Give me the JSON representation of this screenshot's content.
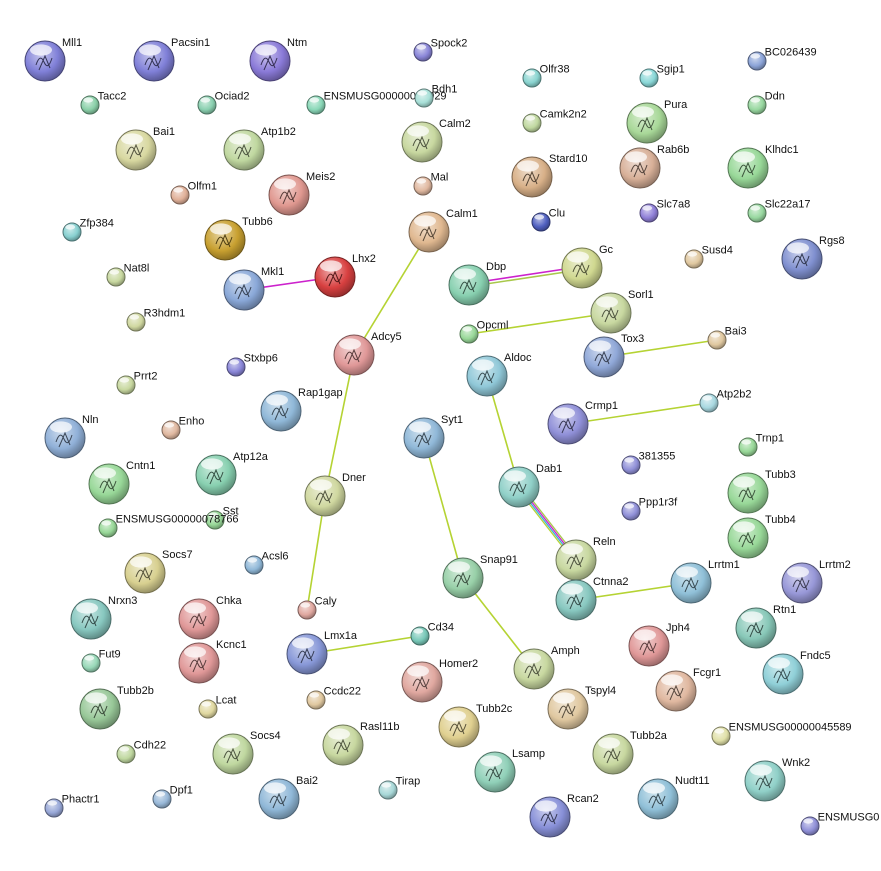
{
  "colors": {
    "edge_coexpression": "#b5d333",
    "edge_experimental": "#cc22cc",
    "edge_textmining": "#a8c84a",
    "edge_database": "#3ab0d8"
  },
  "nodes": [
    {
      "id": "Mll1",
      "label": "Mll1",
      "color": "#8080d8",
      "size": "large"
    },
    {
      "id": "Pacsin1",
      "label": "Pacsin1",
      "color": "#8080d8",
      "size": "large"
    },
    {
      "id": "Ntm",
      "label": "Ntm",
      "color": "#8a7ad8",
      "size": "large"
    },
    {
      "id": "Spock2",
      "label": "Spock2",
      "color": "#8a86d8",
      "size": "small"
    },
    {
      "id": "BC026439",
      "label": "BC026439",
      "color": "#8ca4d8",
      "size": "small"
    },
    {
      "id": "Tacc2",
      "label": "Tacc2",
      "color": "#8ad0a8",
      "size": "small"
    },
    {
      "id": "Ociad2",
      "label": "Ociad2",
      "color": "#8ad0b0",
      "size": "small"
    },
    {
      "id": "ENSMUSG00000078929",
      "label": "ENSMUSG00000078929",
      "color": "#8ad8b8",
      "size": "small"
    },
    {
      "id": "Bdh1",
      "label": "Bdh1",
      "color": "#a8e0d8",
      "size": "small"
    },
    {
      "id": "Olfr38",
      "label": "Olfr38",
      "color": "#8ad4d0",
      "size": "small"
    },
    {
      "id": "Sgip1",
      "label": "Sgip1",
      "color": "#8ad8d8",
      "size": "small"
    },
    {
      "id": "Ddn",
      "label": "Ddn",
      "color": "#98d8a0",
      "size": "small"
    },
    {
      "id": "Bai1",
      "label": "Bai1",
      "color": "#d8d8a0",
      "size": "large"
    },
    {
      "id": "Atp1b2",
      "label": "Atp1b2",
      "color": "#c0d8a0",
      "size": "large"
    },
    {
      "id": "Calm2",
      "label": "Calm2",
      "color": "#c8d8a0",
      "size": "large"
    },
    {
      "id": "Camk2n2",
      "label": "Camk2n2",
      "color": "#c0d8a0",
      "size": "small"
    },
    {
      "id": "Pura",
      "label": "Pura",
      "color": "#a8d898",
      "size": "large"
    },
    {
      "id": "Olfm1",
      "label": "Olfm1",
      "color": "#e0b098",
      "size": "small"
    },
    {
      "id": "Meis2",
      "label": "Meis2",
      "color": "#e09890",
      "size": "large"
    },
    {
      "id": "Mal",
      "label": "Mal",
      "color": "#e0b8a0",
      "size": "small"
    },
    {
      "id": "Stard10",
      "label": "Stard10",
      "color": "#d8b088",
      "size": "large"
    },
    {
      "id": "Rab6b",
      "label": "Rab6b",
      "color": "#d8b098",
      "size": "large"
    },
    {
      "id": "Klhdc1",
      "label": "Klhdc1",
      "color": "#98d898",
      "size": "large"
    },
    {
      "id": "Zfp384",
      "label": "Zfp384",
      "color": "#88d0d0",
      "size": "small"
    },
    {
      "id": "Tubb6",
      "label": "Tubb6",
      "color": "#c8a030",
      "size": "large"
    },
    {
      "id": "Clu",
      "label": "Clu",
      "color": "#5060c0",
      "size": "small"
    },
    {
      "id": "Slc7a8",
      "label": "Slc7a8",
      "color": "#9080d8",
      "size": "small"
    },
    {
      "id": "Slc22a17",
      "label": "Slc22a17",
      "color": "#98d8a0",
      "size": "small"
    },
    {
      "id": "Calm1",
      "label": "Calm1",
      "color": "#e0b890",
      "size": "large"
    },
    {
      "id": "Nat8l",
      "label": "Nat8l",
      "color": "#c8d8a0",
      "size": "small"
    },
    {
      "id": "Mkl1",
      "label": "Mkl1",
      "color": "#8aa8d8",
      "size": "large"
    },
    {
      "id": "Lhx2",
      "label": "Lhx2",
      "color": "#d84040",
      "size": "large"
    },
    {
      "id": "Dbp",
      "label": "Dbp",
      "color": "#88d0b0",
      "size": "large"
    },
    {
      "id": "Gc",
      "label": "Gc",
      "color": "#d0d890",
      "size": "large"
    },
    {
      "id": "Susd4",
      "label": "Susd4",
      "color": "#e0c8a0",
      "size": "small"
    },
    {
      "id": "Rgs8",
      "label": "Rgs8",
      "color": "#8090d0",
      "size": "large"
    },
    {
      "id": "R3hdm1",
      "label": "R3hdm1",
      "color": "#d0d8a0",
      "size": "small"
    },
    {
      "id": "Sorl1",
      "label": "Sorl1",
      "color": "#c8d8a0",
      "size": "large"
    },
    {
      "id": "Opcml",
      "label": "Opcml",
      "color": "#98d898",
      "size": "small"
    },
    {
      "id": "Adcy5",
      "label": "Adcy5",
      "color": "#e09898",
      "size": "large"
    },
    {
      "id": "Tox3",
      "label": "Tox3",
      "color": "#90a8d8",
      "size": "large"
    },
    {
      "id": "Bai3",
      "label": "Bai3",
      "color": "#e0c8a0",
      "size": "small"
    },
    {
      "id": "Stxbp6",
      "label": "Stxbp6",
      "color": "#8a86d8",
      "size": "small"
    },
    {
      "id": "Prrt2",
      "label": "Prrt2",
      "color": "#c8d8a0",
      "size": "small"
    },
    {
      "id": "Aldoc",
      "label": "Aldoc",
      "color": "#90c8d8",
      "size": "large"
    },
    {
      "id": "Rap1gap",
      "label": "Rap1gap",
      "color": "#90b8d8",
      "size": "large"
    },
    {
      "id": "Atp2b2",
      "label": "Atp2b2",
      "color": "#a8d8e0",
      "size": "small"
    },
    {
      "id": "Crmp1",
      "label": "Crmp1",
      "color": "#9090d8",
      "size": "large"
    },
    {
      "id": "Nln",
      "label": "Nln",
      "color": "#90b0d8",
      "size": "large"
    },
    {
      "id": "Enho",
      "label": "Enho",
      "color": "#e0b8a0",
      "size": "small"
    },
    {
      "id": "Syt1",
      "label": "Syt1",
      "color": "#90b8d8",
      "size": "large"
    },
    {
      "id": "Trnp1",
      "label": "Trnp1",
      "color": "#98d898",
      "size": "small"
    },
    {
      "id": "381355",
      "label": "381355",
      "color": "#9090d8",
      "size": "small"
    },
    {
      "id": "Cntn1",
      "label": "Cntn1",
      "color": "#98d898",
      "size": "large"
    },
    {
      "id": "Atp12a",
      "label": "Atp12a",
      "color": "#88d0b0",
      "size": "large"
    },
    {
      "id": "Dab1",
      "label": "Dab1",
      "color": "#90d0c8",
      "size": "large"
    },
    {
      "id": "Tubb3",
      "label": "Tubb3",
      "color": "#98d898",
      "size": "large"
    },
    {
      "id": "Dner",
      "label": "Dner",
      "color": "#d0d8a0",
      "size": "large"
    },
    {
      "id": "Sst",
      "label": "Sst",
      "color": "#98d898",
      "size": "small"
    },
    {
      "id": "Ppp1r3f",
      "label": "Ppp1r3f",
      "color": "#9090d8",
      "size": "small"
    },
    {
      "id": "ENSMUSG00000078766",
      "label": "ENSMUSG00000078766",
      "color": "#98d898",
      "size": "small"
    },
    {
      "id": "Tubb4",
      "label": "Tubb4",
      "color": "#98d898",
      "size": "large"
    },
    {
      "id": "Socs7",
      "label": "Socs7",
      "color": "#d8d090",
      "size": "large"
    },
    {
      "id": "Acsl6",
      "label": "Acsl6",
      "color": "#90b8d8",
      "size": "small"
    },
    {
      "id": "Snap91",
      "label": "Snap91",
      "color": "#98d0a8",
      "size": "large"
    },
    {
      "id": "Reln",
      "label": "Reln",
      "color": "#c8d8a0",
      "size": "large"
    },
    {
      "id": "Lrrtm1",
      "label": "Lrrtm1",
      "color": "#90c0d8",
      "size": "large"
    },
    {
      "id": "Lrrtm2",
      "label": "Lrrtm2",
      "color": "#9898d8",
      "size": "large"
    },
    {
      "id": "Nrxn3",
      "label": "Nrxn3",
      "color": "#88c8c0",
      "size": "large"
    },
    {
      "id": "Chka",
      "label": "Chka",
      "color": "#e09898",
      "size": "large"
    },
    {
      "id": "Caly",
      "label": "Caly",
      "color": "#e0a8a0",
      "size": "small"
    },
    {
      "id": "Ctnna2",
      "label": "Ctnna2",
      "color": "#88c8c0",
      "size": "large"
    },
    {
      "id": "Rtn1",
      "label": "Rtn1",
      "color": "#88c8b8",
      "size": "large"
    },
    {
      "id": "Kcnc1",
      "label": "Kcnc1",
      "color": "#e09898",
      "size": "large"
    },
    {
      "id": "Lmx1a",
      "label": "Lmx1a",
      "color": "#8898d8",
      "size": "large"
    },
    {
      "id": "Cd34",
      "label": "Cd34",
      "color": "#78c8b8",
      "size": "small"
    },
    {
      "id": "Jph4",
      "label": "Jph4",
      "color": "#e09898",
      "size": "large"
    },
    {
      "id": "Fndc5",
      "label": "Fndc5",
      "color": "#90d0d8",
      "size": "large"
    },
    {
      "id": "Fut9",
      "label": "Fut9",
      "color": "#98d8b8",
      "size": "small"
    },
    {
      "id": "Amph",
      "label": "Amph",
      "color": "#c8d8a0",
      "size": "large"
    },
    {
      "id": "Homer2",
      "label": "Homer2",
      "color": "#e0a8a0",
      "size": "large"
    },
    {
      "id": "Fcgr1",
      "label": "Fcgr1",
      "color": "#e0b8a0",
      "size": "large"
    },
    {
      "id": "Tubb2b",
      "label": "Tubb2b",
      "color": "#98c898",
      "size": "large"
    },
    {
      "id": "Lcat",
      "label": "Lcat",
      "color": "#e0d8a0",
      "size": "small"
    },
    {
      "id": "Ccdc22",
      "label": "Ccdc22",
      "color": "#e0c8a0",
      "size": "small"
    },
    {
      "id": "Tspyl4",
      "label": "Tspyl4",
      "color": "#e0c8a0",
      "size": "large"
    },
    {
      "id": "Rasl11b",
      "label": "Rasl11b",
      "color": "#c8d8a0",
      "size": "large"
    },
    {
      "id": "Tubb2c",
      "label": "Tubb2c",
      "color": "#e0d090",
      "size": "large"
    },
    {
      "id": "ENSMUSG00000045589",
      "label": "ENSMUSG00000045589",
      "color": "#e0e0a8",
      "size": "small"
    },
    {
      "id": "Cdh22",
      "label": "Cdh22",
      "color": "#c0d8a0",
      "size": "small"
    },
    {
      "id": "Socs4",
      "label": "Socs4",
      "color": "#c0d8a0",
      "size": "large"
    },
    {
      "id": "Tubb2a",
      "label": "Tubb2a",
      "color": "#c8d8a0",
      "size": "large"
    },
    {
      "id": "Lsamp",
      "label": "Lsamp",
      "color": "#90d0b8",
      "size": "large"
    },
    {
      "id": "Wnk2",
      "label": "Wnk2",
      "color": "#90d0c8",
      "size": "large"
    },
    {
      "id": "Bai2",
      "label": "Bai2",
      "color": "#90b8d8",
      "size": "large"
    },
    {
      "id": "Tirap",
      "label": "Tirap",
      "color": "#a8d8d8",
      "size": "small"
    },
    {
      "id": "Nudt11",
      "label": "Nudt11",
      "color": "#90c0d8",
      "size": "large"
    },
    {
      "id": "Phactr1",
      "label": "Phactr1",
      "color": "#98a8d8",
      "size": "small"
    },
    {
      "id": "Dpf1",
      "label": "Dpf1",
      "color": "#98b8d8",
      "size": "small"
    },
    {
      "id": "Rcan2",
      "label": "Rcan2",
      "color": "#8890d8",
      "size": "large"
    },
    {
      "id": "ENSMUSG0",
      "label": "ENSMUSG0",
      "color": "#9090d8",
      "size": "small"
    }
  ],
  "edges": [
    {
      "from": "Mkl1",
      "to": "Lhx2",
      "kind": "experimental"
    },
    {
      "from": "Calm1",
      "to": "Adcy5",
      "kind": "textmining"
    },
    {
      "from": "Adcy5",
      "to": "Dner",
      "kind": "textmining"
    },
    {
      "from": "Dner",
      "to": "Caly",
      "kind": "textmining"
    },
    {
      "from": "Dbp",
      "to": "Gc",
      "kind": "experimental_textmining"
    },
    {
      "from": "Opcml",
      "to": "Sorl1",
      "kind": "textmining"
    },
    {
      "from": "Tox3",
      "to": "Bai3",
      "kind": "textmining"
    },
    {
      "from": "Crmp1",
      "to": "Atp2b2",
      "kind": "textmining"
    },
    {
      "from": "Aldoc",
      "to": "Dab1",
      "kind": "textmining"
    },
    {
      "from": "Dab1",
      "to": "Reln",
      "kind": "multi"
    },
    {
      "from": "Syt1",
      "to": "Snap91",
      "kind": "textmining"
    },
    {
      "from": "Snap91",
      "to": "Amph",
      "kind": "textmining"
    },
    {
      "from": "Ctnna2",
      "to": "Lrrtm1",
      "kind": "textmining"
    },
    {
      "from": "Lmx1a",
      "to": "Cd34",
      "kind": "textmining"
    }
  ]
}
